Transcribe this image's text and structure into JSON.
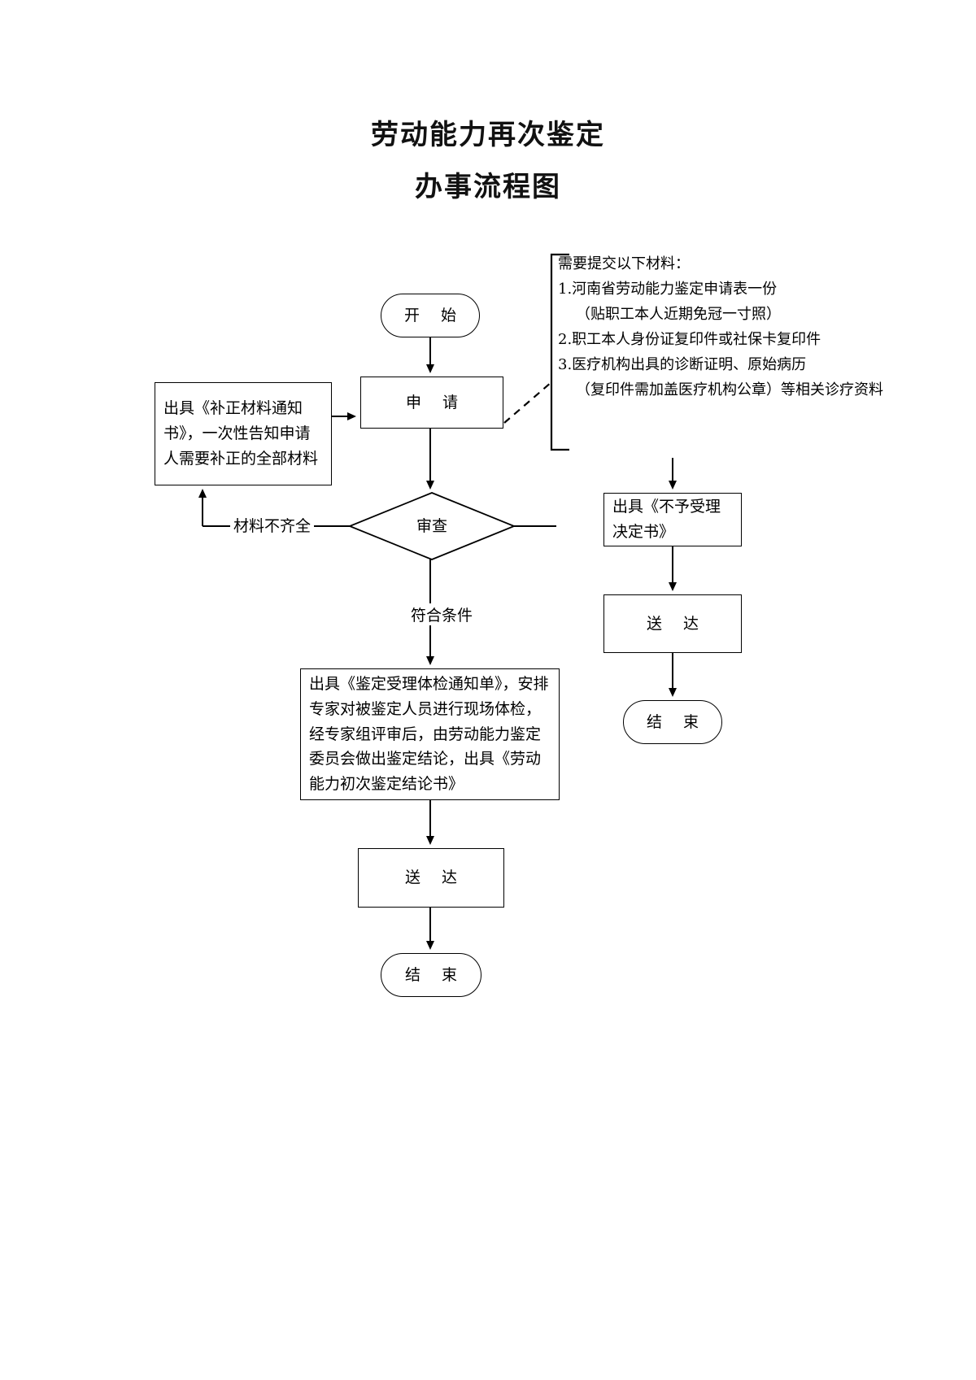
{
  "document": {
    "title_line1": "劳动能力再次鉴定",
    "title_line2": "办事流程图"
  },
  "chart_data": {
    "type": "diagram",
    "diagram_kind": "flowchart",
    "title": "劳动能力再次鉴定办事流程图",
    "nodes": [
      {
        "id": "start",
        "shape": "oval",
        "label": "开  始"
      },
      {
        "id": "apply",
        "shape": "rect",
        "label": "申   请"
      },
      {
        "id": "supplement",
        "shape": "rect",
        "label": "出具《补正材料通知书》，一次性告知申请人需要补正的全部材料"
      },
      {
        "id": "review",
        "shape": "diamond",
        "label": "审查"
      },
      {
        "id": "reject",
        "shape": "rect",
        "label": "出具《不予受理决定书》"
      },
      {
        "id": "deliver_right",
        "shape": "rect",
        "label": "送  达"
      },
      {
        "id": "end_right",
        "shape": "oval",
        "label": "结  束"
      },
      {
        "id": "main",
        "shape": "rect",
        "label": "出具《鉴定受理体检通知单》，安排专家对被鉴定人员进行现场体检，经专家组评审后，由劳动能力鉴定委员会做出鉴定结论，出具《劳动能力初次鉴定结论书》"
      },
      {
        "id": "deliver_bottom",
        "shape": "rect",
        "label": "送  达"
      },
      {
        "id": "end_bottom",
        "shape": "oval",
        "label": "结  束"
      }
    ],
    "edges": [
      {
        "from": "start",
        "to": "apply",
        "label": ""
      },
      {
        "from": "apply",
        "to": "review",
        "label": ""
      },
      {
        "from": "review",
        "to": "supplement",
        "label": "材料不齐全"
      },
      {
        "from": "supplement",
        "to": "apply",
        "label": ""
      },
      {
        "from": "review",
        "to": "main",
        "label": "符合条件"
      },
      {
        "from": "review",
        "to": "reject",
        "label": ""
      },
      {
        "from": "reject",
        "to": "deliver_right",
        "label": ""
      },
      {
        "from": "deliver_right",
        "to": "end_right",
        "label": ""
      },
      {
        "from": "main",
        "to": "deliver_bottom",
        "label": ""
      },
      {
        "from": "deliver_bottom",
        "to": "end_bottom",
        "label": ""
      }
    ],
    "annotation": {
      "attached_to": "apply",
      "heading": "需要提交以下材料：",
      "items": [
        "1.河南省劳动能力鉴定申请表一份",
        "（贴职工本人近期免冠一寸照）",
        "2.职工本人身份证复印件或社保卡复印件",
        "3.医疗机构出具的诊断证明、原始病历",
        "（复印件需加盖医疗机构公章）等相关诊疗资料"
      ]
    },
    "colors": {
      "stroke": "#000000",
      "fill": "#ffffff",
      "text": "#000000"
    }
  },
  "nodes": {
    "start": {
      "label": "开  始"
    },
    "apply": {
      "label": "申   请"
    },
    "supplement": {
      "label": "出具《补正材料通知书》，一次性告知申请人需要补正的全部材料"
    },
    "review": {
      "label": "审查"
    },
    "reject_line1": "出具《不予受理",
    "reject_line2": "决定书》",
    "deliver_right": {
      "label": "送  达"
    },
    "end_right": {
      "label": "结  束"
    },
    "main": {
      "label": "出具《鉴定受理体检通知单》，安排专家对被鉴定人员进行现场体检，经专家组评审后，由劳动能力鉴定委员会做出鉴定结论，出具《劳动能力初次鉴定结论书》"
    },
    "deliver_bottom": {
      "label": "送  达"
    },
    "end_bottom": {
      "label": "结  束"
    }
  },
  "edge_labels": {
    "incomplete": "材料不齐全",
    "eligible": "符合条件"
  },
  "note": {
    "heading": "需要提交以下材料：",
    "line1": "1.河南省劳动能力鉴定申请表一份",
    "line2": "（贴职工本人近期免冠一寸照）",
    "line3": "2.职工本人身份证复印件或社保卡复印件",
    "line4": "3.医疗机构出具的诊断证明、原始病历",
    "line5": "（复印件需加盖医疗机构公章）等相关诊疗资料"
  }
}
